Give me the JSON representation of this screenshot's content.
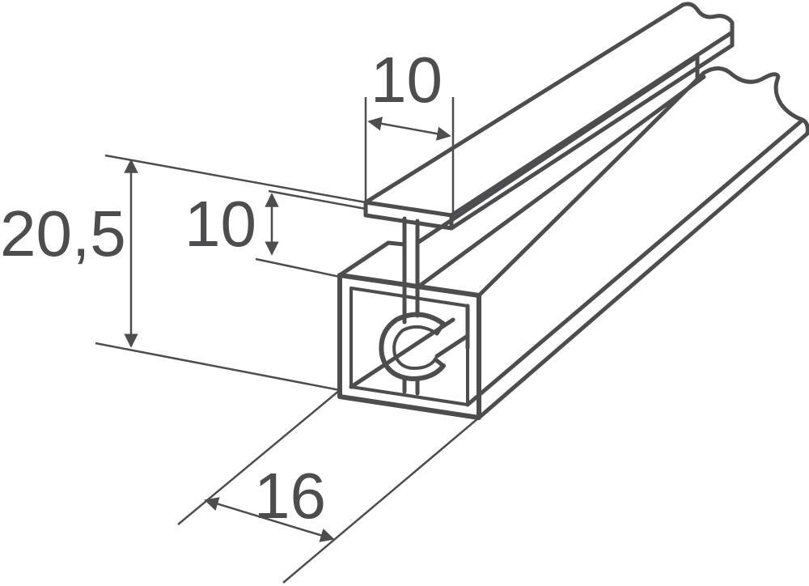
{
  "colors": {
    "stroke": "#4d4d4f",
    "background": "#ffffff"
  },
  "dimensions": {
    "top_width": "10",
    "height_upper": "10",
    "height_total": "20,5",
    "base_width": "16"
  }
}
